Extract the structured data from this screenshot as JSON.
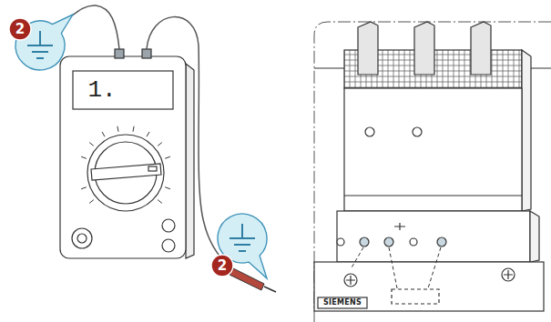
{
  "diagram": {
    "labels": [
      "2",
      "1.",
      "2",
      "SIEMENS"
    ]
  }
}
